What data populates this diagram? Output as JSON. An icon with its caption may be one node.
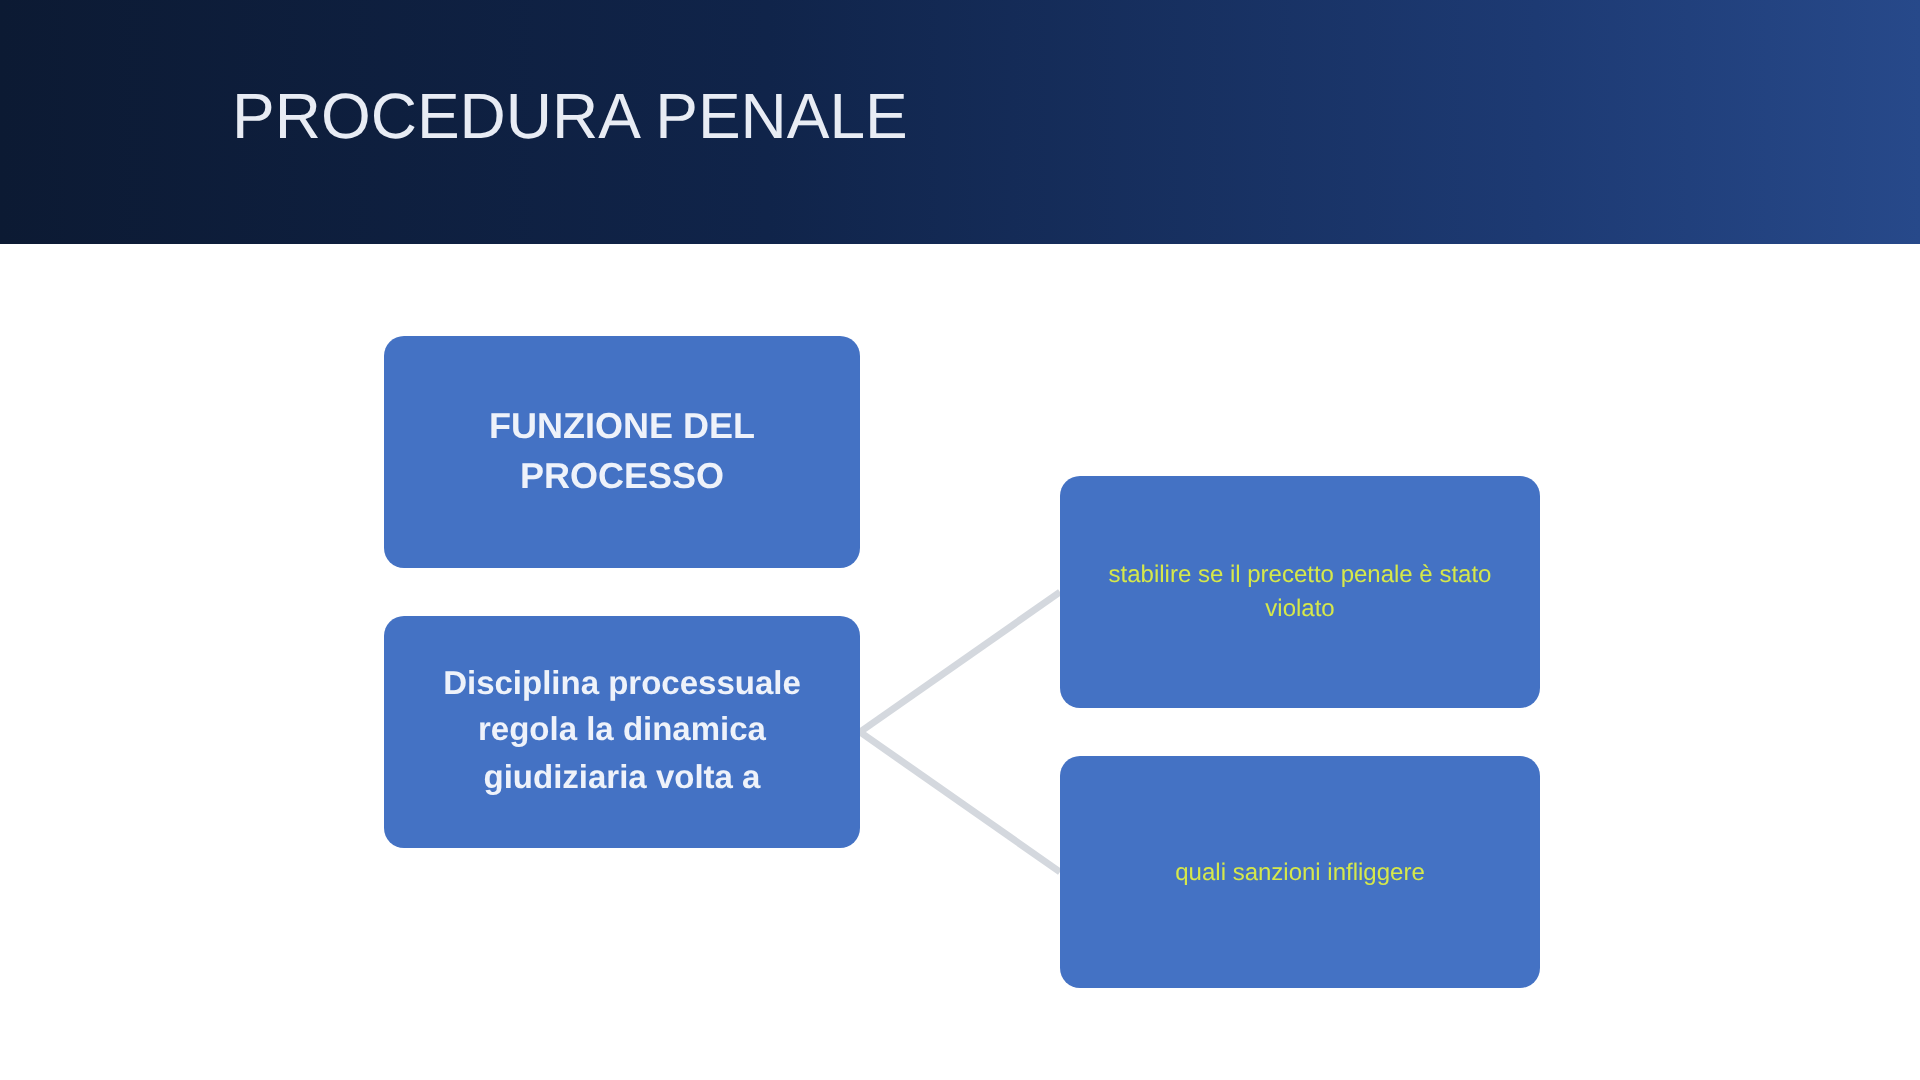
{
  "diagram": {
    "title": "PROCEDURA PENALE",
    "nodes": [
      {
        "text": [
          "FUNZIONE DEL PROCESSO"
        ]
      },
      {
        "text": [
          "Disciplina processuale regola la dinamica giudiziaria volta a"
        ]
      },
      {
        "text": [
          "stabilire se il precetto penale è stato violato"
        ]
      },
      {
        "text": [
          "quali sanzioni infliggere"
        ]
      }
    ],
    "edges": [
      {
        "from": 1,
        "to": 2,
        "arrow": "none"
      },
      {
        "from": 1,
        "to": 3,
        "arrow": "none"
      }
    ]
  }
}
